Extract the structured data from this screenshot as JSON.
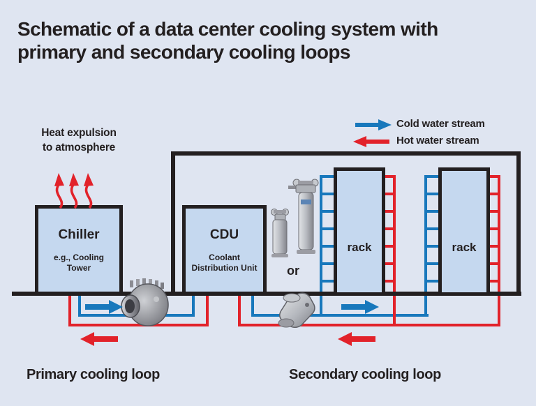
{
  "title": {
    "line1": "Schematic of a data center cooling system with",
    "line2": "primary and secondary cooling loops"
  },
  "legend": {
    "cold_label": "Cold water stream",
    "hot_label": "Hot water stream"
  },
  "annotations": {
    "heat_line1": "Heat expulsion",
    "heat_line2": "to atmosphere",
    "or_label": "or"
  },
  "components": {
    "chiller": {
      "name": "Chiller",
      "note": "e.g., Cooling Tower"
    },
    "cdu": {
      "name": "CDU",
      "note": "Coolant Distribution Unit"
    },
    "rack_left": {
      "name": "rack"
    },
    "rack_right": {
      "name": "rack"
    }
  },
  "captions": {
    "primary": "Primary cooling loop",
    "secondary": "Secondary cooling loop"
  },
  "colors": {
    "cold_water": "#1878bc",
    "hot_water": "#e2222a",
    "outline": "#231f20",
    "component_fill": "#c5d8ef",
    "background": "#dfe5f1"
  }
}
